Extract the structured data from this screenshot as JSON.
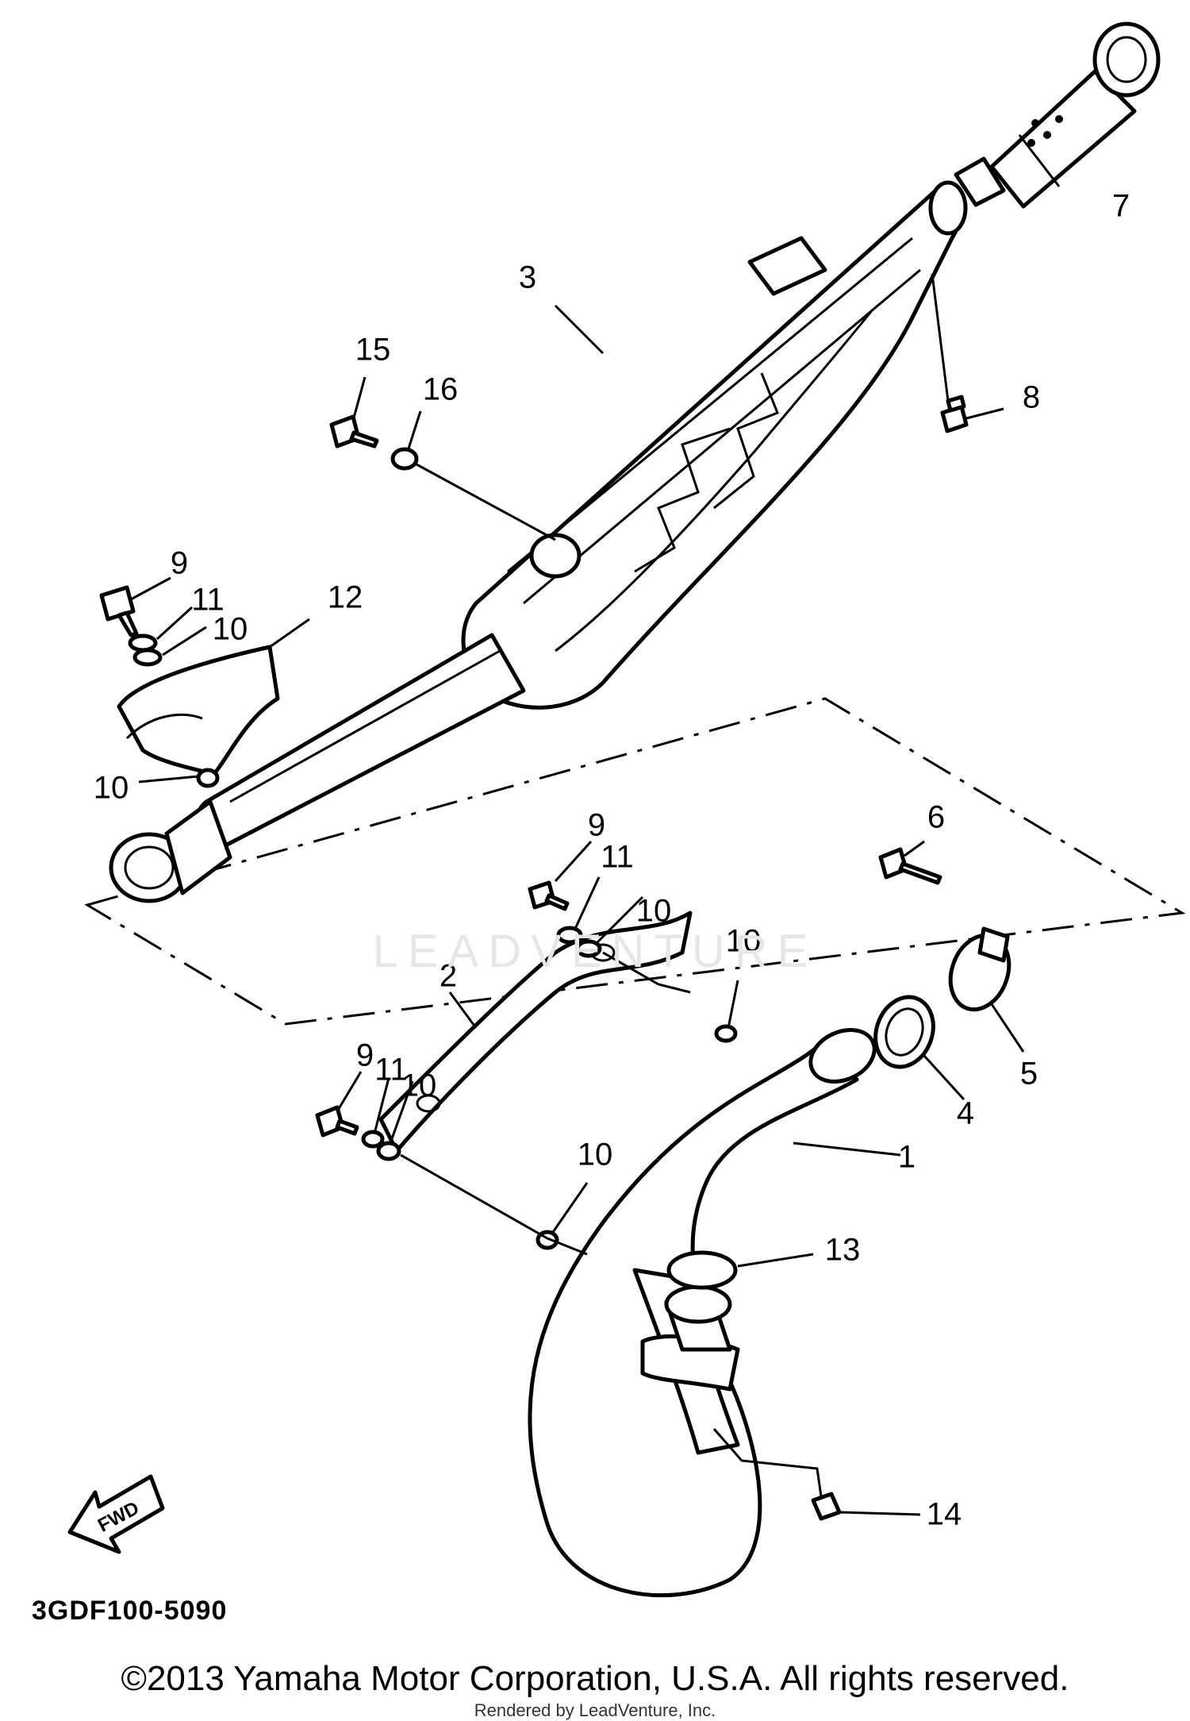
{
  "diagram": {
    "figure_code": "3GDF100-5090",
    "copyright": "©2013 Yamaha Motor Corporation, U.S.A. All rights reserved.",
    "render_note": "Rendered by LeadVenture, Inc.",
    "watermark": "LEADVENTURE",
    "fwd_label": "FWD",
    "callouts": {
      "c1": "1",
      "c2": "2",
      "c3": "3",
      "c4": "4",
      "c5": "5",
      "c6": "6",
      "c7": "7",
      "c8": "8",
      "c9a": "9",
      "c9b": "9",
      "c9c": "9",
      "c10a": "10",
      "c10b": "10",
      "c10c": "10",
      "c10d": "10",
      "c10e": "10",
      "c10f": "10",
      "c11a": "11",
      "c11b": "11",
      "c11c": "11",
      "c12": "12",
      "c13": "13",
      "c14": "14",
      "c15": "15",
      "c16": "16"
    }
  }
}
